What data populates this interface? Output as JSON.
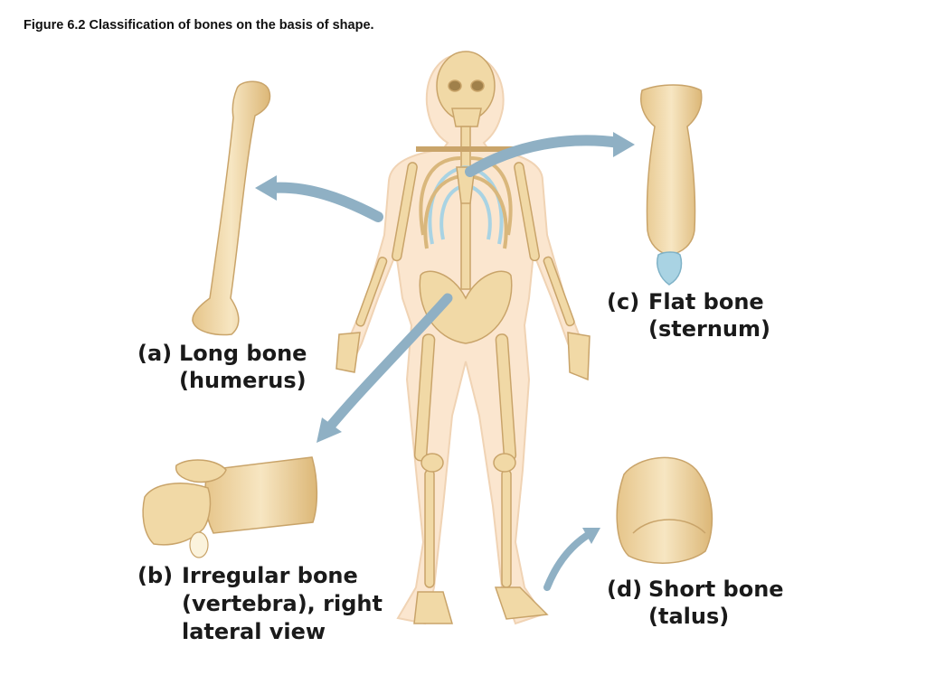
{
  "figure_caption": "Figure 6.2  Classification of bones on the basis of shape.",
  "labels": {
    "a": {
      "tag": "(a)",
      "lines": [
        "Long bone",
        "(humerus)"
      ]
    },
    "b": {
      "tag": "(b)",
      "lines": [
        "Irregular bone",
        "(vertebra), right",
        "lateral view"
      ]
    },
    "c": {
      "tag": "(c)",
      "lines": [
        "Flat bone",
        "(sternum)"
      ]
    },
    "d": {
      "tag": "(d)",
      "lines": [
        "Short bone",
        "(talus)"
      ]
    }
  },
  "colors": {
    "bone": "#f1d9a6",
    "bone_outline": "#c9a46a",
    "skin": "#fbe6cf",
    "cartilage": "#a9d3e3",
    "arrow": "#8fb0c4"
  }
}
